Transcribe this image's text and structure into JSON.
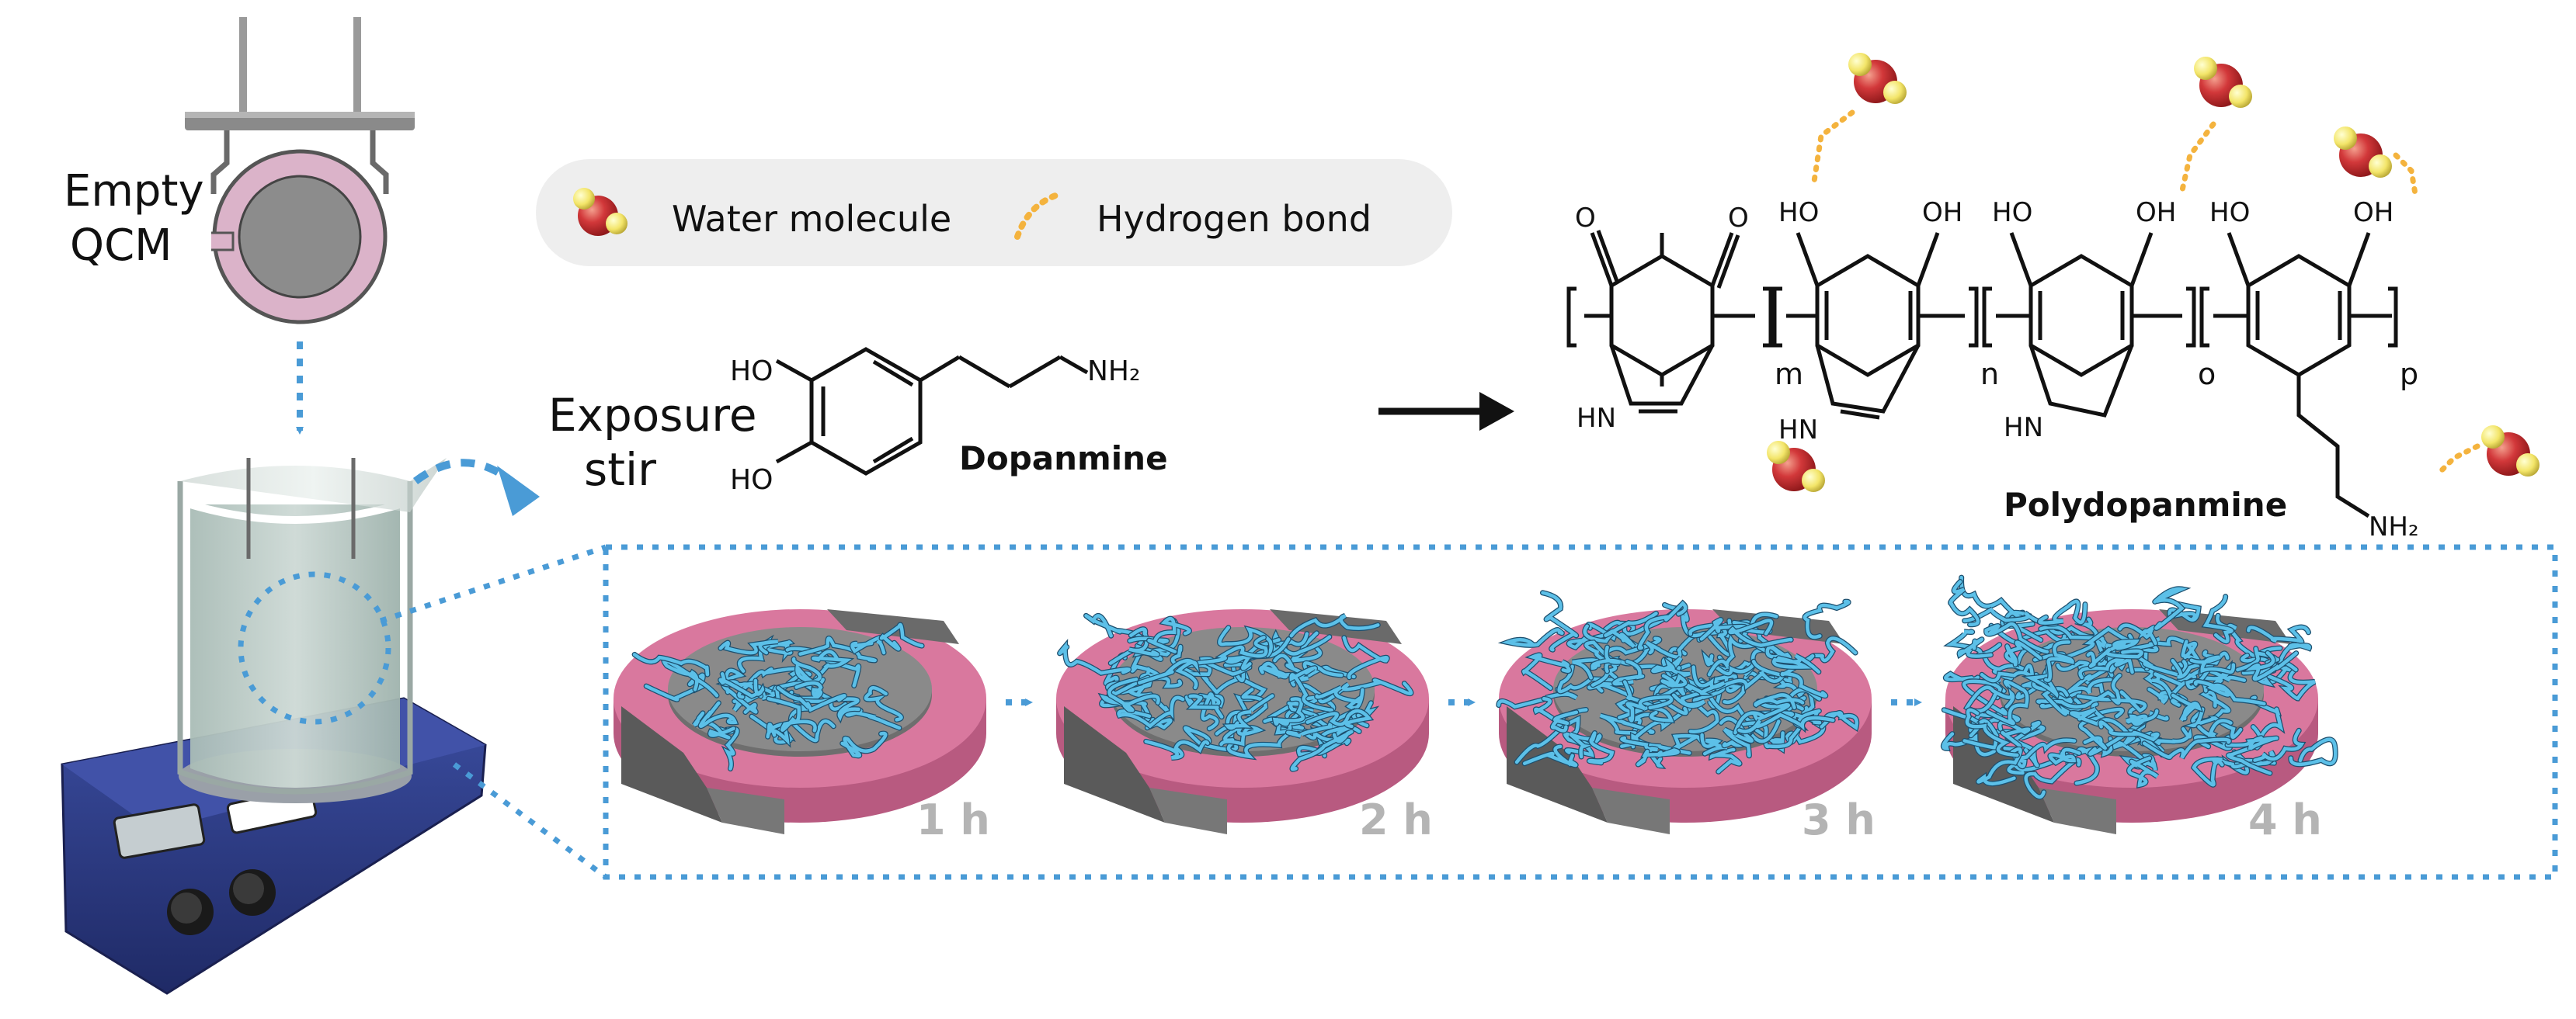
{
  "qcm": {
    "label_line1": "Empty",
    "label_line2": "QCM"
  },
  "process": {
    "label_line1": "Exposure",
    "label_line2": "stir"
  },
  "legend": {
    "water": "Water molecule",
    "hbond": "Hydrogen bond"
  },
  "dopamine": {
    "name": "Dopanmine",
    "ho_top": "HO",
    "ho_bottom": "HO",
    "amine": "NH₂"
  },
  "polydopamine": {
    "name": "Polydopanmine",
    "subscripts": [
      "m",
      "n",
      "o",
      "p"
    ],
    "oxygen": "O",
    "hydroxyl_left": "HO",
    "hydroxyl_right": "OH",
    "imine": "HN",
    "amine": "NH₂"
  },
  "stages": [
    {
      "time": "1 h",
      "density": 1
    },
    {
      "time": "2 h",
      "density": 2
    },
    {
      "time": "3 h",
      "density": 3
    },
    {
      "time": "4 h",
      "density": 4
    }
  ],
  "colors": {
    "pink": "#d9789e",
    "grey": "#7c7c7c",
    "fiber": "#5cc0e8",
    "arrow": "#4a9bd6",
    "water_o": "#d2383a",
    "water_h": "#f3e569",
    "hbond": "#f4b33e",
    "legend_bg": "#eeeeee",
    "hotplate": "#2d3c86"
  }
}
